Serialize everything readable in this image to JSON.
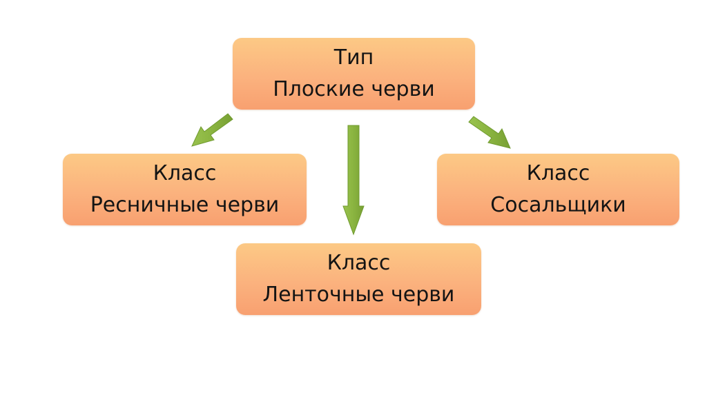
{
  "nodes": {
    "root": {
      "line1": "Тип",
      "line2": "Плоские черви"
    },
    "left": {
      "line1": "Класс",
      "line2": "Ресничные черви"
    },
    "middle": {
      "line1": "Класс",
      "line2": "Ленточные черви"
    },
    "right": {
      "line1": "Класс",
      "line2": "Сосальщики"
    }
  },
  "colors": {
    "node_fill_top": "#fcc985",
    "node_fill_bottom": "#f8a070",
    "arrow_fill": "#8ab440",
    "arrow_stroke": "#6f9a2e",
    "text": "#141414"
  }
}
